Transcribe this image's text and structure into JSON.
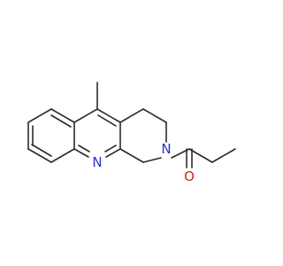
{
  "molecule": {
    "atoms": [
      {
        "id": "n_ring",
        "symbol": "N",
        "color": "#2a30c9"
      },
      {
        "id": "n_amide",
        "symbol": "N",
        "color": "#2a30c9"
      },
      {
        "id": "o_carbonyl",
        "symbol": "O",
        "color": "#e01c1c"
      }
    ],
    "bond_color": "#2b2b2b"
  }
}
